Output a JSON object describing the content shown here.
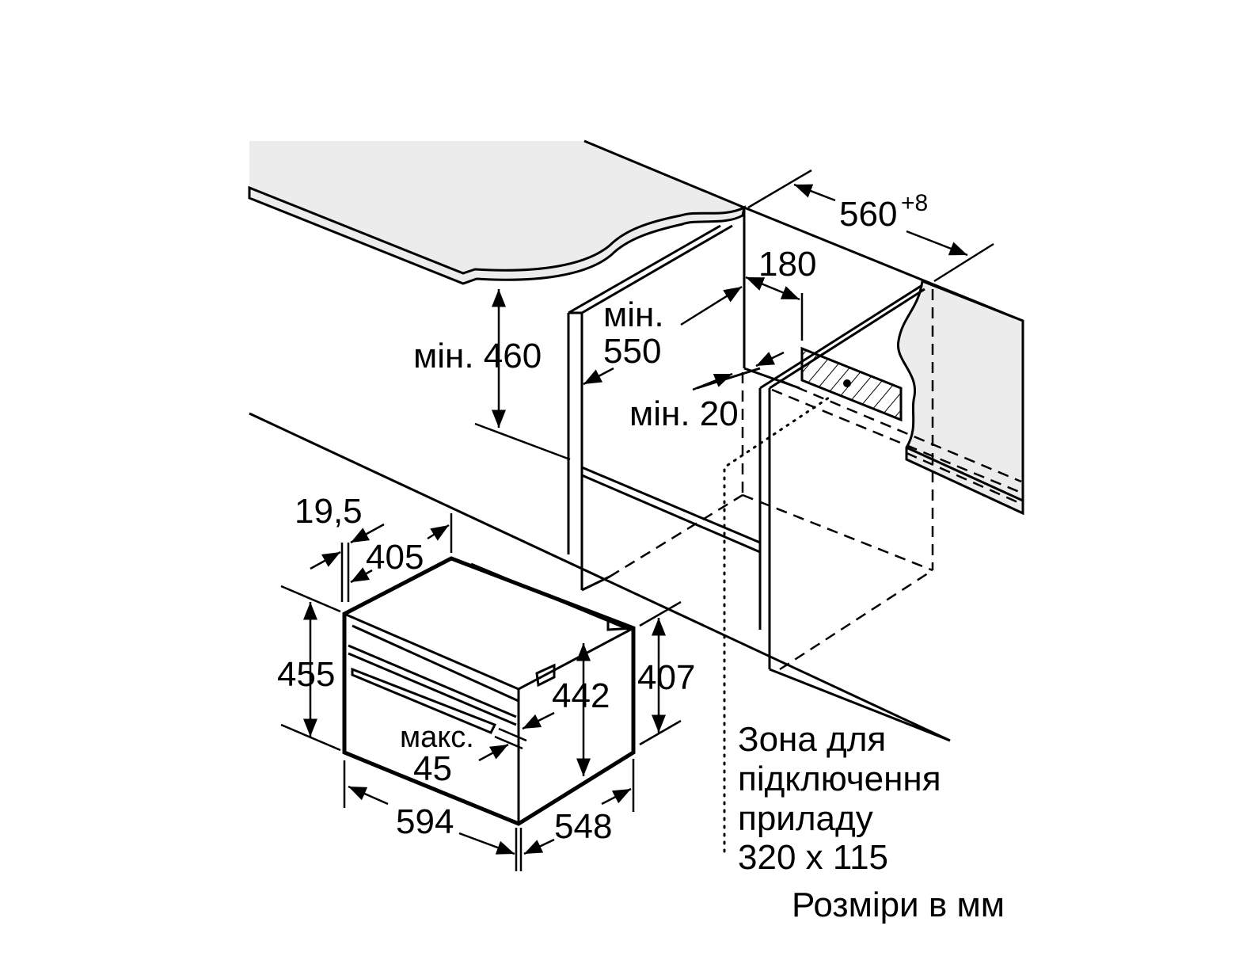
{
  "colors": {
    "line": "#000000",
    "surface": "#ececec",
    "background": "#ffffff"
  },
  "dimensions": {
    "niche_width": "560",
    "niche_width_tolerance": "+8",
    "vent_offset": "180",
    "min_label_1": "мін.",
    "niche_depth": "550",
    "min_height_label": "мін. 460",
    "min_gap_label": "мін. 20",
    "front_offset": "19,5",
    "oven_top_depth": "405",
    "oven_height": "455",
    "oven_inner_height": "442",
    "oven_side_height": "407",
    "max_label": "макс.",
    "max_value": "45",
    "oven_width": "594",
    "oven_depth": "548"
  },
  "connection_zone": {
    "line1": "Зона для",
    "line2": "підключення",
    "line3": "приладу",
    "line4": "320 x 115"
  },
  "units_note": "Розміри в мм"
}
